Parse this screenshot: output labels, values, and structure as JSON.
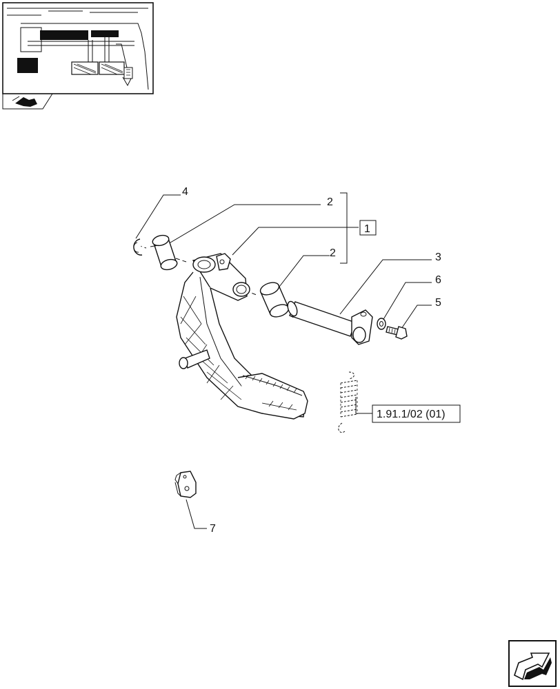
{
  "callouts": {
    "c4": "4",
    "c2a": "2",
    "c2b": "2",
    "c1": "1",
    "c3": "3",
    "c6": "6",
    "c5": "5",
    "c7": "7"
  },
  "reference": "1.91.1/02 (01)",
  "icons": {
    "thumbnail": "tractor-pedals-thumbnail-icon",
    "view": "assembly-view-icon",
    "next": "next-page-arrow-icon"
  },
  "colors": {
    "ink": "#111111",
    "background": "#ffffff"
  }
}
